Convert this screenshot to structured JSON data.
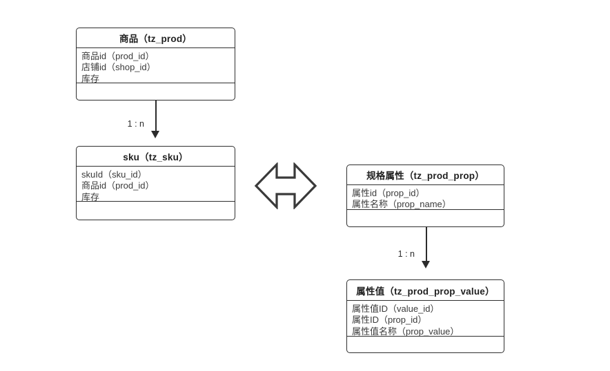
{
  "diagram": {
    "title": "",
    "background_color": "#ffffff",
    "line_color": "#2e2e2e",
    "text_color": "#3a3a3a"
  },
  "entities": [
    {
      "id": "tz_prod",
      "header": "商品（tz_prod）",
      "attributes": [
        "商品id（prod_id）",
        "店铺id（shop_id）",
        "库存"
      ],
      "footer": ""
    },
    {
      "id": "tz_sku",
      "header": "sku（tz_sku）",
      "attributes": [
        "skuId（sku_id）",
        "商品id（prod_id）",
        "库存"
      ],
      "footer": ""
    },
    {
      "id": "tz_prod_prop",
      "header": "规格属性（tz_prod_prop）",
      "attributes": [
        "属性id（prop_id）",
        "属性名称（prop_name）"
      ],
      "footer": ""
    },
    {
      "id": "tz_prod_prop_value",
      "header": "属性值（tz_prod_prop_value）",
      "attributes": [
        "属性值ID（value_id）",
        "属性ID（prop_id）",
        "属性值名称（prop_value）"
      ],
      "footer": ""
    }
  ],
  "connectors": [
    {
      "id": "prod-to-sku",
      "from": "tz_prod",
      "to": "tz_sku",
      "label": "1 : n",
      "style": "solid-arrow"
    },
    {
      "id": "prop-to-prop-value",
      "from": "tz_prod_prop",
      "to": "tz_prod_prop_value",
      "label": "1 : n",
      "style": "solid-arrow"
    }
  ],
  "symbols": [
    {
      "id": "bidirectional-arrow",
      "name": "double-arrow-icon",
      "label": ""
    }
  ]
}
